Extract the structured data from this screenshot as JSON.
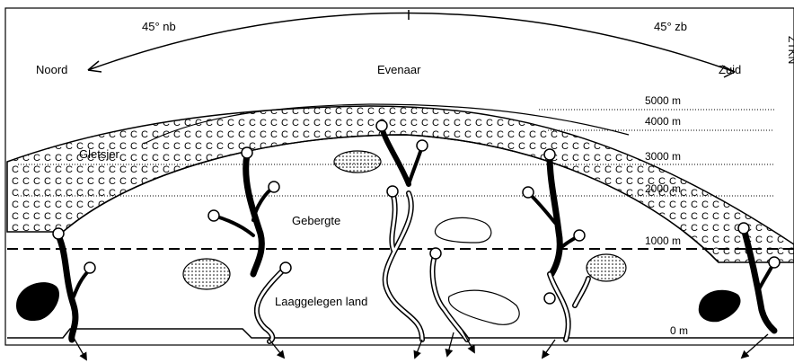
{
  "labels": {
    "lat_north": "45° nb",
    "lat_south": "45° zb",
    "north": "Noord",
    "equator": "Evenaar",
    "south": "Zuid",
    "glacier": "Gletsjer",
    "mountains": "Gebergte",
    "lowland": "Laaggelegen land"
  },
  "altitudes": [
    "5000 m",
    "4000 m",
    "3000 m",
    "2000 m",
    "1000 m",
    "0 m"
  ],
  "side_code": "ZTKN"
}
